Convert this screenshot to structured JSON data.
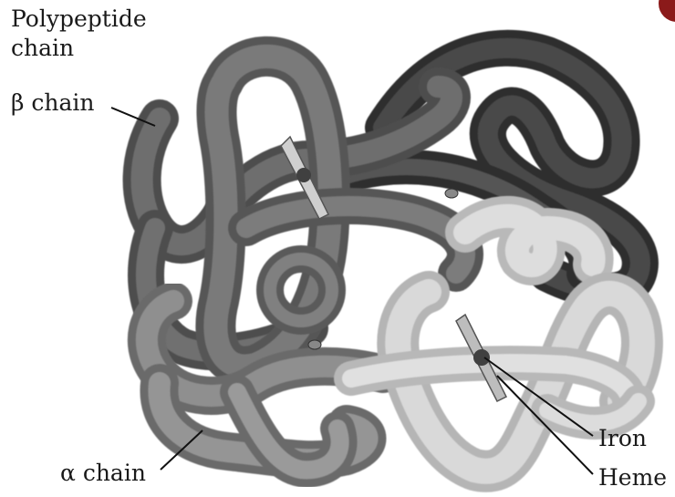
{
  "diagram": {
    "labels": {
      "polypeptide_line1": "Polypeptide",
      "polypeptide_line2": "chain",
      "beta_chain": "β chain",
      "alpha_chain": "α chain",
      "iron": "Iron",
      "heme": "Heme"
    },
    "colors": {
      "beta_chain_dark": "#3c3c3c",
      "beta_chain_mid": "#5f5f5f",
      "alpha_chain_mid": "#8c8c8c",
      "alpha_chain_light": "#cfcfcf",
      "heme_disc": "#bdbdbd",
      "iron_atom": "#404040",
      "corner_accent": "#8b1a1a"
    }
  }
}
